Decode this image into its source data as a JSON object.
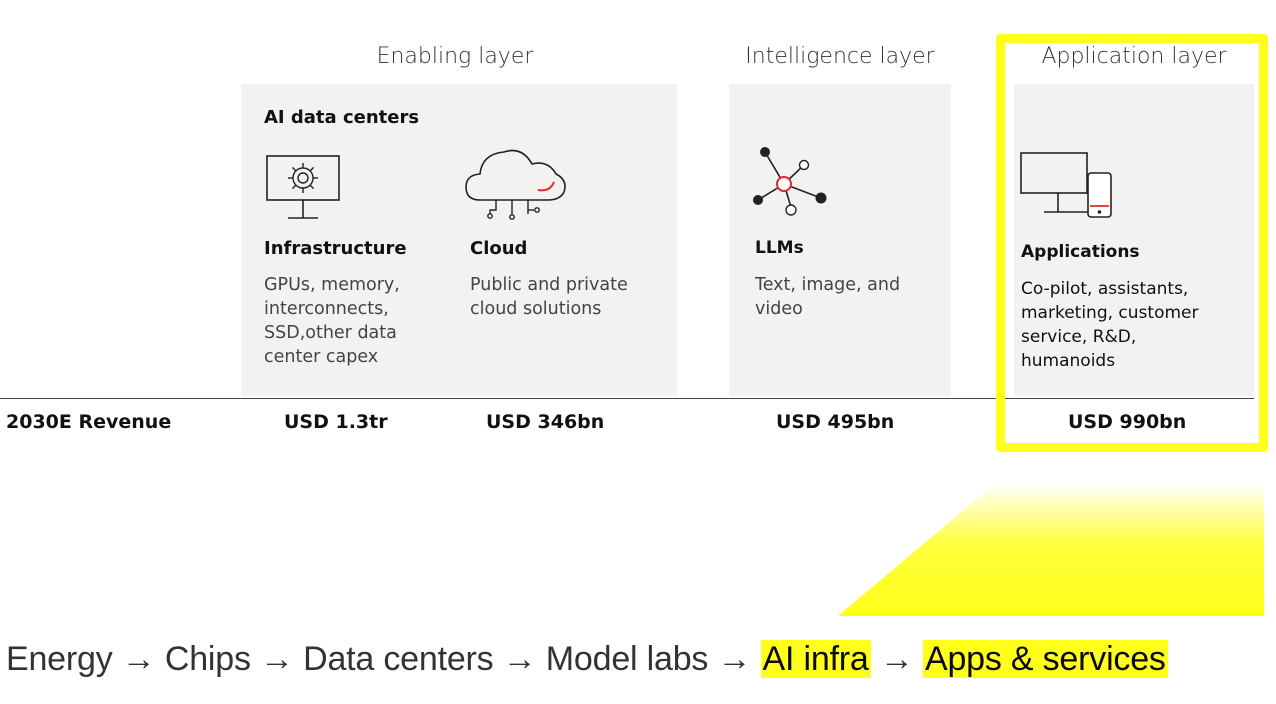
{
  "layers": {
    "enabling": "Enabling layer",
    "intelligence": "Intelligence layer",
    "application": "Application layer"
  },
  "enabling": {
    "section_title": "AI data centers",
    "infrastructure": {
      "title": "Infrastructure",
      "desc_lines": [
        "GPUs, memory,",
        "interconnects,",
        "SSD,other data",
        "center capex"
      ],
      "icon": "monitor-gear-icon",
      "revenue": "USD 1.3tr"
    },
    "cloud": {
      "title": "Cloud",
      "desc_lines": [
        "Public and private",
        "cloud solutions"
      ],
      "icon": "cloud-network-icon",
      "revenue": "USD 346bn"
    }
  },
  "intelligence": {
    "llms": {
      "title": "LLMs",
      "desc_lines": [
        "Text, image, and",
        "video"
      ],
      "icon": "network-nodes-icon",
      "revenue": "USD 495bn"
    }
  },
  "application": {
    "apps": {
      "title": "Applications",
      "desc_lines": [
        "Co-pilot, assistants,",
        "marketing, customer",
        "service, R&D,",
        "humanoids"
      ],
      "icon": "monitor-phone-icon",
      "revenue": "USD 990bn"
    }
  },
  "row_label": "2030E Revenue",
  "flow": {
    "energy": "Energy",
    "chips": "Chips",
    "data_centers": "Data centers",
    "model_labs": "Model labs",
    "ai_infra": "AI infra",
    "apps_services": "Apps & services",
    "arrow": "→"
  },
  "colors": {
    "highlight": "#ffff1a",
    "panel": "#f2f2f0",
    "accent_red": "#e0282e"
  }
}
